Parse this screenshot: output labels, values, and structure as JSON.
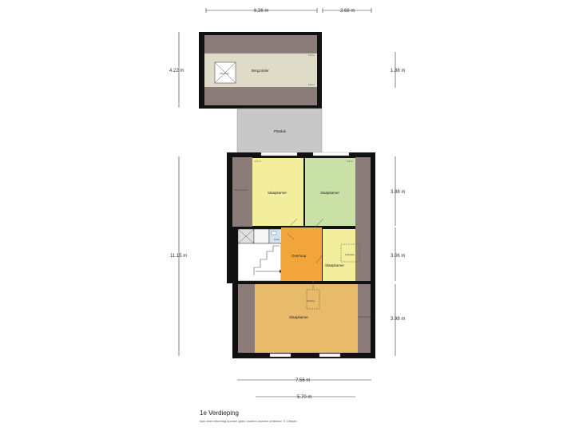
{
  "dimensions": {
    "top_left": "6.36 m",
    "top_right": "2.66 m",
    "attic_left": "4.22 m",
    "attic_right": "1.88 m",
    "main_left": "11.15 m",
    "right_top": "3.88 m",
    "right_mid": "3.06 m",
    "right_bottom": "3.98 m",
    "bottom_outer": "7.56 m",
    "bottom_inner": "5.70 m"
  },
  "rooms": {
    "bergzolder": "Bergzolder",
    "vlizo": "Vlizotrap",
    "plat_dak": "Platdak",
    "berg_ruimte_left": "Berg-ruimte",
    "slaapkamer_1": "Slaapkamer",
    "slaapkamer_2": "Slaapkamer",
    "toilet": "Toilet",
    "overloop": "Overloop",
    "slaapkamer_3": "Slaapkamer",
    "dakraam": "Dakraam",
    "vliering": "Vliering",
    "slaapkamer_4": "Slaapkamer",
    "berg_ruimte_right": "Berg-ruimte"
  },
  "heights": {
    "attic_top": "1.5 m",
    "attic_bottom": "1.5 m",
    "room1": "1.5 m",
    "room2": "1.5 m"
  },
  "footer": {
    "title": "1e Verdieping",
    "note": "Aan deze tekening kunnen geen rechten worden ontleend. © Ulreplo"
  },
  "colors": {
    "wall": "#111111",
    "roof_slope": "#8b7c7a",
    "attic_floor": "#dedbc8",
    "flat_roof": "#c8c8c8",
    "bedroom_yellow": "#f2ee9c",
    "bedroom_green": "#c9e0a6",
    "landing_orange": "#f2a53a",
    "master_bedroom": "#e8bb6a",
    "toilet_blue": "#cfe3f0"
  }
}
